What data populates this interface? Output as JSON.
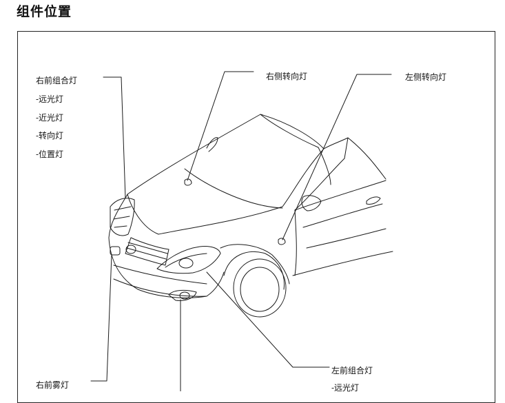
{
  "page": {
    "heading": "组件位置"
  },
  "labels": {
    "right_front_combo": "右前组合灯",
    "right_front_combo_items": [
      "-远光灯",
      "-近光灯",
      "-转向灯",
      "-位置灯"
    ],
    "right_side_turn": "右侧转向灯",
    "left_side_turn": "左侧转向灯",
    "right_fog": "右前雾灯",
    "left_front_combo": "左前组合灯",
    "left_front_combo_items": [
      "-远光灯"
    ]
  },
  "colors": {
    "line": "#1a1a1a",
    "background": "#ffffff"
  }
}
